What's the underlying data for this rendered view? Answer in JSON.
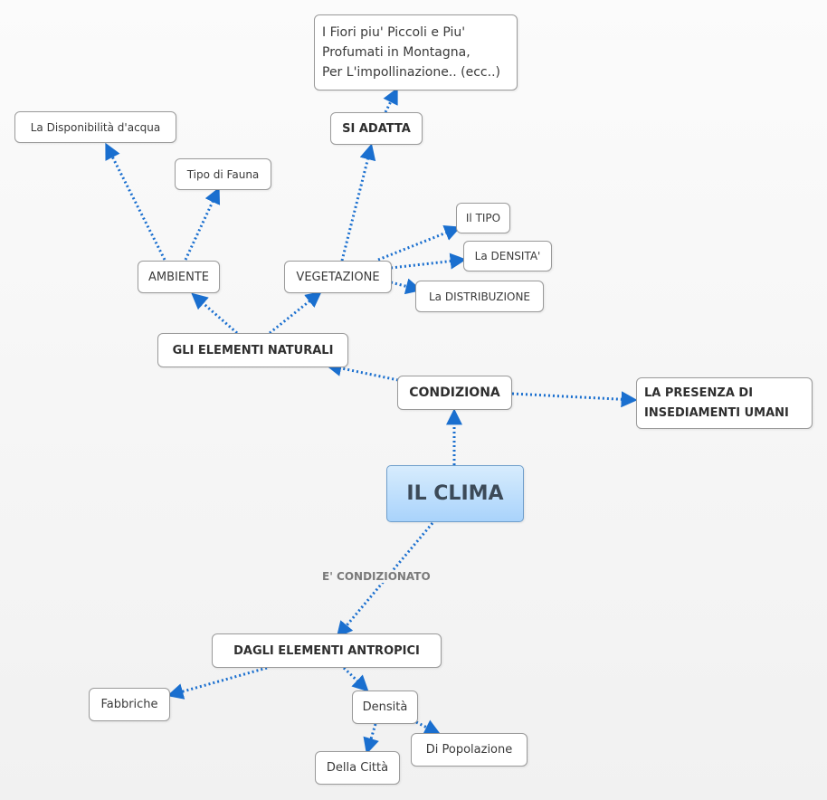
{
  "root": {
    "label": "IL CLIMA"
  },
  "nodes": {
    "condiziona": "CONDIZIONA",
    "insediamenti": "LA PRESENZA DI\nINSEDIAMENTI UMANI",
    "elementi_naturali": "GLI ELEMENTI NATURALI",
    "ambiente": "AMBIENTE",
    "vegetazione": "VEGETAZIONE",
    "disponibilita_acqua": "La Disponibilità d'acqua",
    "tipo_fauna": "Tipo di Fauna",
    "si_adatta": "SI ADATTA",
    "fiori": "I Fiori piu' Piccoli e Piu'\nProfumati in Montagna,\nPer L'impollinazione.. (ecc..)",
    "il_tipo": "Il TIPO",
    "densita_veg": "La DENSITA'",
    "distribuzione": "La DISTRIBUZIONE",
    "elementi_antropici": "DAGLI ELEMENTI ANTROPICI",
    "fabbriche": "Fabbriche",
    "densita": "Densità",
    "della_citta": "Della Città",
    "di_popolazione": "Di Popolazione"
  },
  "edge_labels": {
    "e_condizionato": "E' CONDIZIONATO"
  },
  "colors": {
    "connector": "#1a6fcf",
    "root_fill_top": "#d7ecfd",
    "root_fill_bottom": "#a9d3fb"
  }
}
